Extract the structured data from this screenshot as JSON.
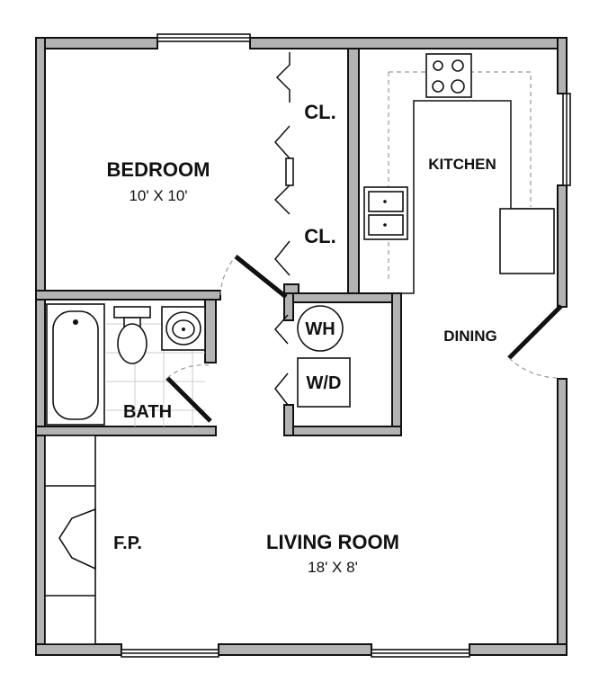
{
  "rooms": {
    "bedroom": {
      "name": "BEDROOM",
      "size": "10' X 10'"
    },
    "closet_1": {
      "name": "CL."
    },
    "closet_2": {
      "name": "CL."
    },
    "kitchen": {
      "name": "KITCHEN"
    },
    "dining": {
      "name": "DINING"
    },
    "bath": {
      "name": "BATH"
    },
    "water_heater": {
      "name": "WH"
    },
    "washer_dryer": {
      "name": "W/D"
    },
    "fireplace": {
      "name": "F.P."
    },
    "living_room": {
      "name": "LIVING ROOM",
      "size": "18' X 8'"
    }
  },
  "colors": {
    "wall_fill": "#b3b3b3",
    "line": "#111111",
    "background": "#ffffff"
  }
}
